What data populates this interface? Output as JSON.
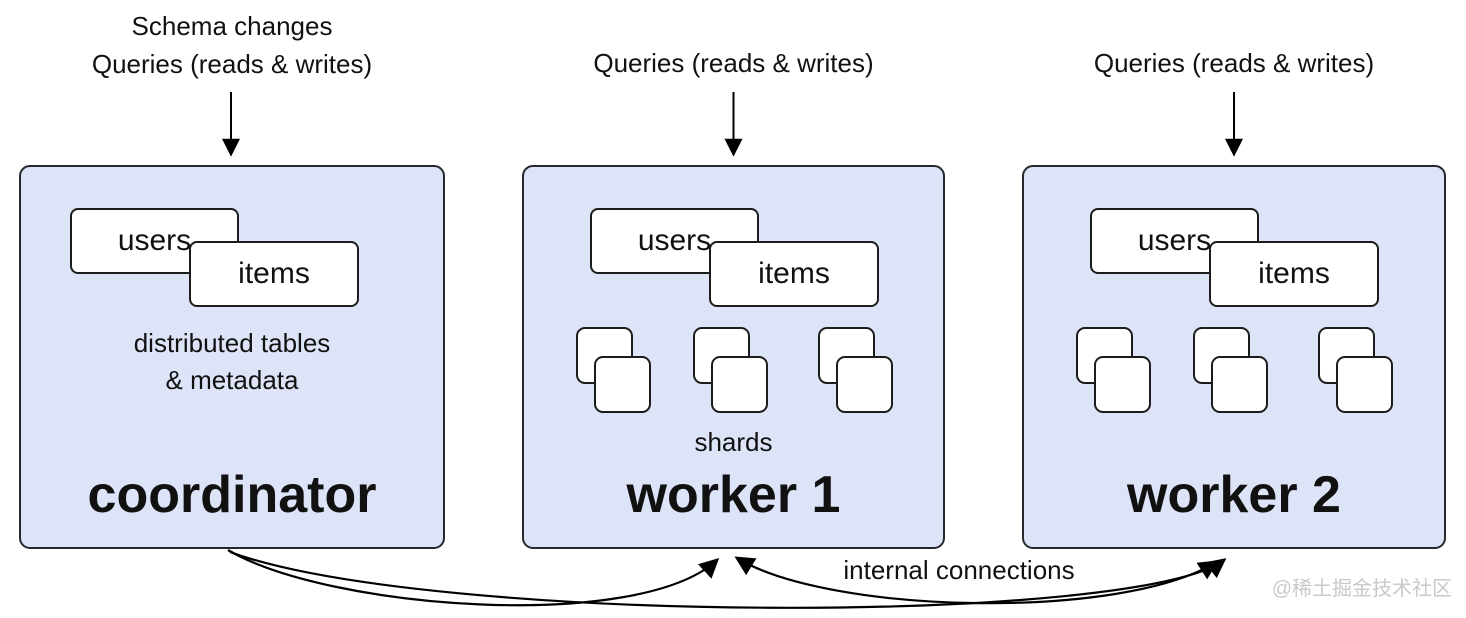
{
  "colors": {
    "node_fill": "#dde4f8",
    "node_border": "#25282e",
    "card_fill": "#ffffff",
    "card_border": "#1c1c1c",
    "arrow": "#000000",
    "text": "#111111",
    "watermark": "#c9c9c9"
  },
  "inputs": {
    "coordinator": [
      "Schema changes",
      "Queries (reads & writes)"
    ],
    "worker1": "Queries (reads & writes)",
    "worker2": "Queries (reads & writes)"
  },
  "nodes": {
    "coordinator": {
      "title": "coordinator",
      "tables": {
        "users": "users",
        "items": "items"
      },
      "note": "distributed tables\n& metadata"
    },
    "worker1": {
      "title": "worker 1",
      "tables": {
        "users": "users",
        "items": "items"
      },
      "shard_groups": 3,
      "shards_label": "shards"
    },
    "worker2": {
      "title": "worker 2",
      "tables": {
        "users": "users",
        "items": "items"
      },
      "shard_groups": 3
    }
  },
  "connections": {
    "internal_label": "internal connections"
  },
  "watermark": "@稀土掘金技术社区"
}
